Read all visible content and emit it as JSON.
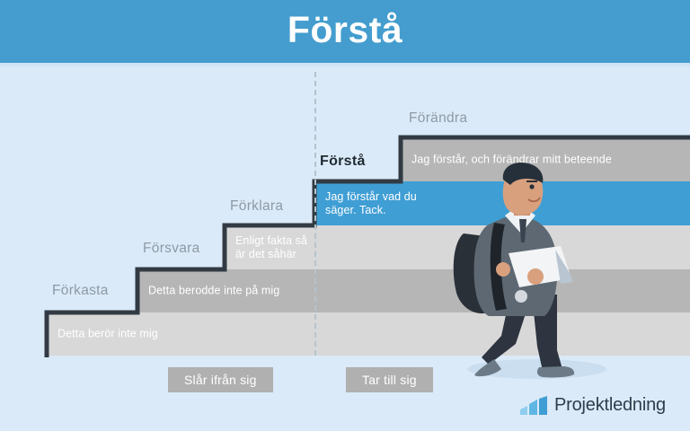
{
  "header": {
    "title": "Förstå",
    "bg_color": "#449dce"
  },
  "background": {
    "color": "#dbeaf8"
  },
  "staircase": {
    "steps": [
      {
        "id": "forkasta",
        "label": "Förkasta",
        "quote": "Detta berör inte mig",
        "band_color": "#d8d8d8",
        "current": false
      },
      {
        "id": "forsvara",
        "label": "Försvara",
        "quote": "Detta berodde inte på mig",
        "band_color": "#b6b6b6",
        "current": false
      },
      {
        "id": "forklara",
        "label": "Förklara",
        "quote": "Enligt fakta så\när det såhär",
        "band_color": "#d8d8d8",
        "current": false
      },
      {
        "id": "forsta",
        "label": "Förstå",
        "quote": "Jag förstår vad du\nsäger. Tack.",
        "band_color": "#3f9ed4",
        "current": true
      },
      {
        "id": "forandra",
        "label": "Förändra",
        "quote": "Jag förstår, och förändrar mitt beteende",
        "band_color": "#b6b6b6",
        "current": false
      }
    ]
  },
  "divider": {
    "name": "vertical-dashed-divider",
    "color": "#b7c3cc"
  },
  "buttons": [
    {
      "id": "slar-ifran-sig",
      "label": "Slår ifrån sig"
    },
    {
      "id": "tar-till-sig",
      "label": "Tar till sig"
    }
  ],
  "logo": {
    "text": "Projektledning",
    "icon": "bar-chart-icon",
    "bar_colors": [
      "#8ecdf0",
      "#5fb6e4",
      "#3f9ed4"
    ],
    "text_color": "#2c3e4c"
  },
  "illustration": {
    "name": "walking-businessman",
    "items": [
      "backpack",
      "laptop",
      "jacket",
      "trousers",
      "shoes"
    ]
  }
}
